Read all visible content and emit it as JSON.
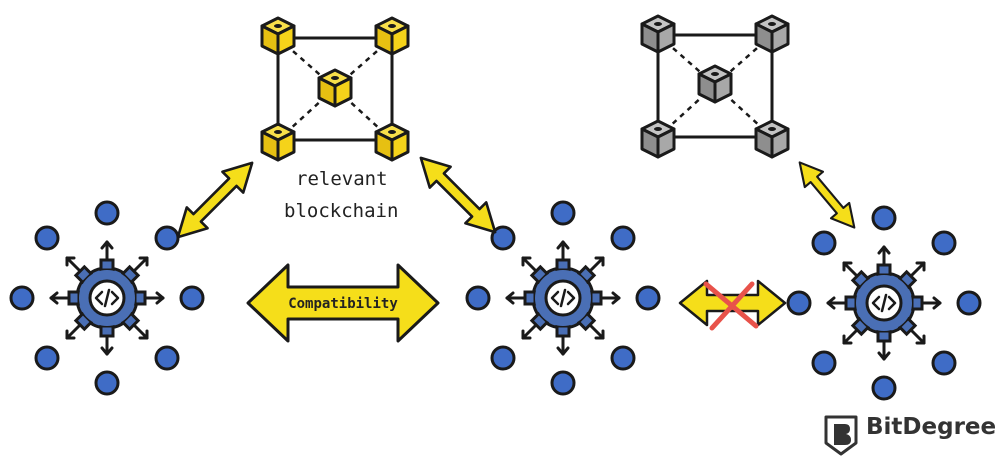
{
  "labels": {
    "relevant": "relevant",
    "blockchain": "blockchain",
    "compatibility": "Compatibility"
  },
  "brand": {
    "name": "BitDegree"
  },
  "colors": {
    "yellow_block": "#F5D31A",
    "grey_block": "#A8A8A8",
    "gear_blue": "#4A6FB5",
    "node_blue": "#3F6CC6",
    "arrow_yellow": "#F5DE1A",
    "cross_red": "#E8524A",
    "outline": "#1a1a1a"
  },
  "icons": {
    "node_center": "code-icon",
    "blocks": "cube-icon",
    "brand": "bitdegree-logo-icon"
  }
}
